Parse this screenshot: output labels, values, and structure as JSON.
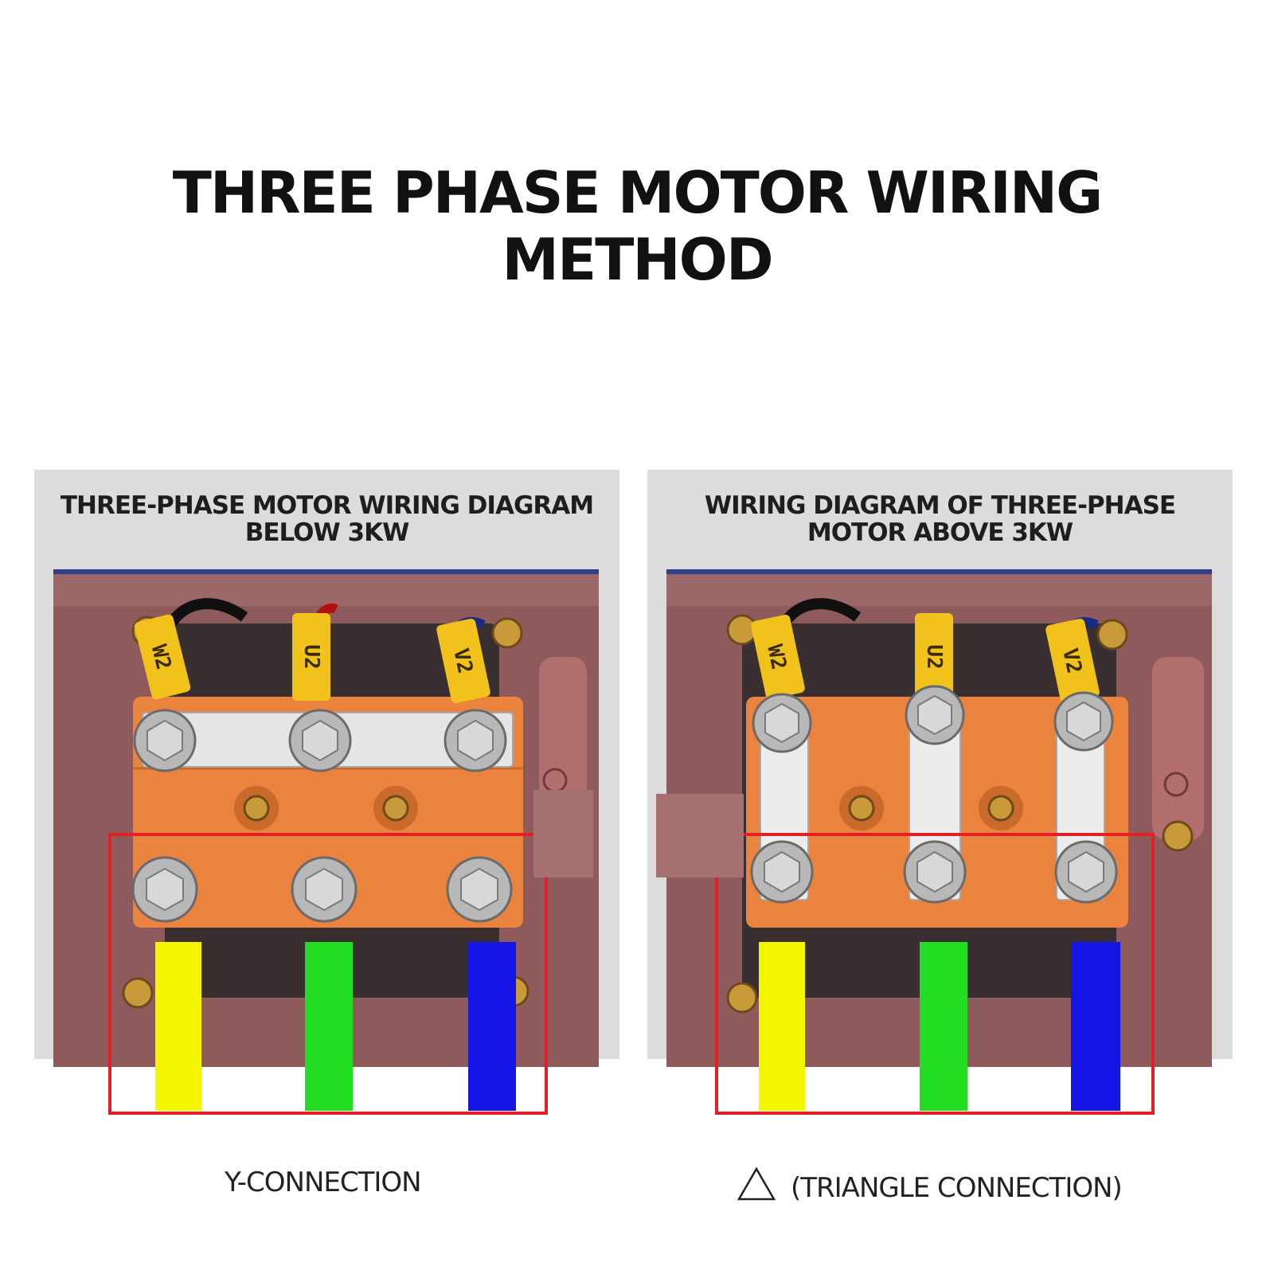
{
  "title": {
    "line1": "THREE PHASE MOTOR WIRING",
    "line2": "METHOD"
  },
  "panels": [
    {
      "heading_line1": "THREE-PHASE MOTOR WIRING DIAGRAM",
      "heading_line2": "BELOW 3KW",
      "terminal_labels": [
        "W2",
        "U2",
        "V2"
      ],
      "caption": "Y-CONNECTION"
    },
    {
      "heading_line1": "WIRING DIAGRAM OF THREE-PHASE",
      "heading_line2": "MOTOR ABOVE 3KW",
      "terminal_labels": [
        "W2",
        "U2",
        "V2"
      ],
      "caption": "(TRIANGLE CONNECTION)"
    }
  ],
  "colors": {
    "wire_1": "#f5f500",
    "wire_2": "#22dd22",
    "wire_3": "#1515e6",
    "highlight_box": "#e31e24",
    "terminal_block": "#e9833d",
    "motor_housing": "#8e5a5b",
    "label_tag": "#f2c21c",
    "panel_background": "#dcdcdc"
  }
}
